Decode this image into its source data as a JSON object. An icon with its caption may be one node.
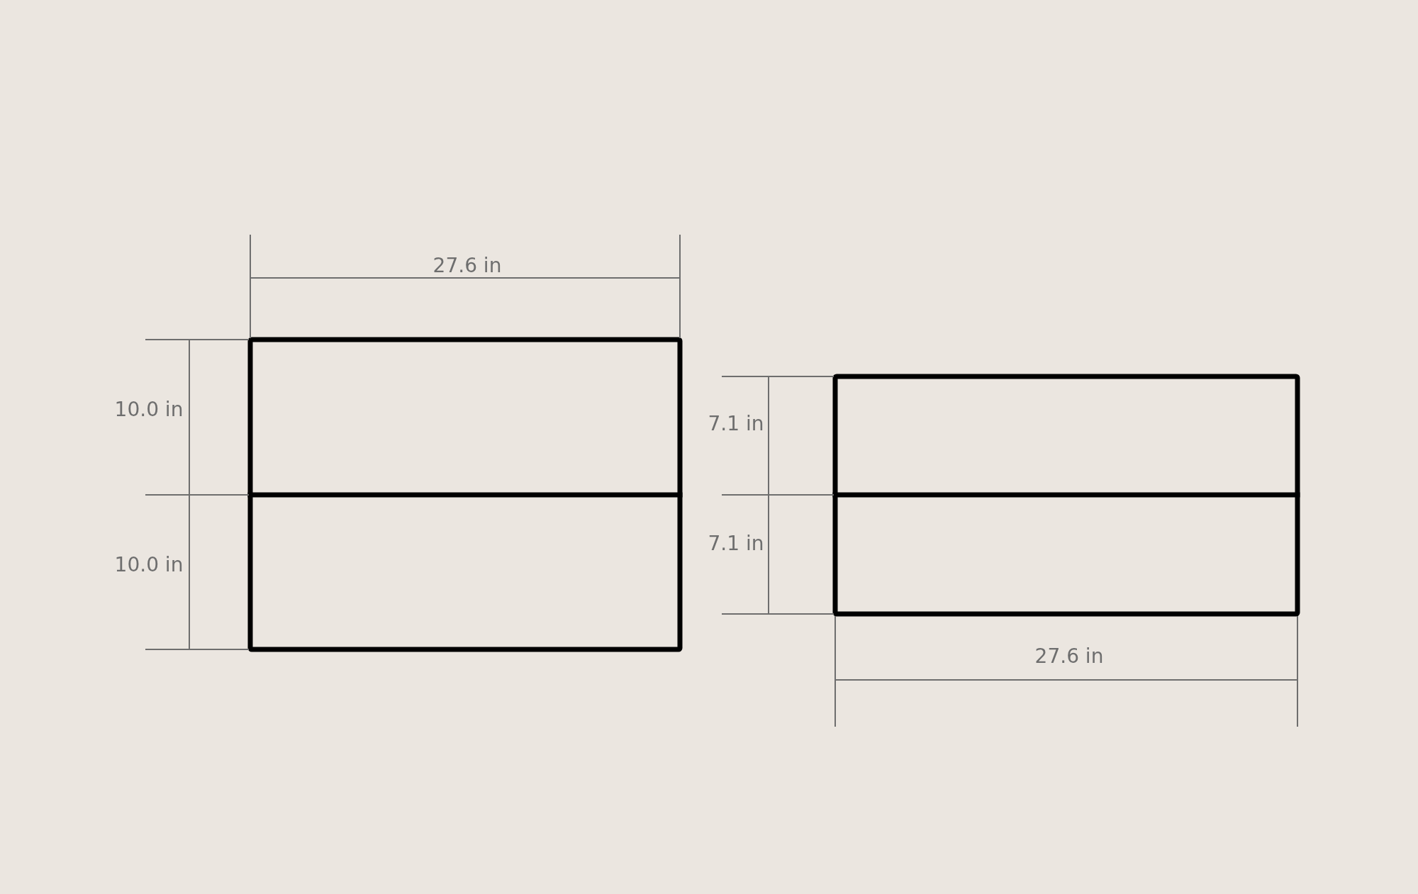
{
  "diagram": {
    "labels": [
      "27.6 in",
      "10.0 in",
      "10.0 in",
      "7.1 in",
      "7.1 in",
      "27.6 in"
    ]
  }
}
